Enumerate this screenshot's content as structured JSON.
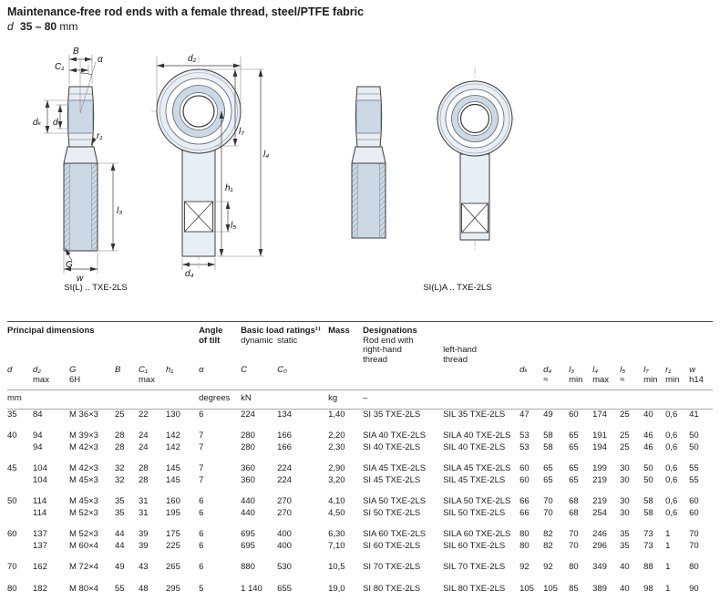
{
  "page": {
    "title": "Maintenance-free rod ends with a female thread, steel/PTFE fabric",
    "subtitle_d": "d",
    "subtitle_range": "35 – 80",
    "subtitle_unit": "mm"
  },
  "drawings": {
    "caption_left": "SI(L) .. TXE-2LS",
    "caption_right": "SI(L)A .. TXE-2LS",
    "colors": {
      "part_fill": "#ccd9e5",
      "part_light": "#e9eef4",
      "outline": "#3c3c3c"
    },
    "dims": {
      "B": "B",
      "C1": "C₁",
      "alpha": "α",
      "dk": "dₖ",
      "d": "d",
      "r1": "r₁",
      "l3": "l₃",
      "G": "G",
      "w": "w",
      "d2": "d₂",
      "l7": "l₇",
      "l4": "l₄",
      "h1": "h₁",
      "l5": "l₅",
      "d4": "d₄"
    }
  },
  "table": {
    "groups": {
      "principal": "Principal dimensions",
      "angle": "Angle\nof tilt",
      "load": "Basic load ratings¹⁾",
      "load_dynamic": "dynamic",
      "load_static": "static",
      "mass": "Mass",
      "designations": "Designations",
      "desig_right_sub": "Rod end with\nright-hand\nthread",
      "desig_left_sub": "left-hand\nthread"
    },
    "symbols": [
      [
        "d",
        ""
      ],
      [
        "d₂",
        "max"
      ],
      [
        "G",
        "6H"
      ],
      [
        "B",
        ""
      ],
      [
        "C₁",
        "max"
      ],
      [
        "h₁",
        ""
      ],
      [
        "α",
        ""
      ],
      [
        "C",
        ""
      ],
      [
        "C₀",
        ""
      ],
      [
        "",
        ""
      ],
      [
        "",
        ""
      ],
      [
        "",
        ""
      ],
      [
        "dₖ",
        ""
      ],
      [
        "d₄",
        "≈"
      ],
      [
        "l₃",
        "min"
      ],
      [
        "l₄",
        "max"
      ],
      [
        "l₅",
        "≈"
      ],
      [
        "l₇",
        "min"
      ],
      [
        "r₁",
        "min"
      ],
      [
        "w",
        "h14"
      ]
    ],
    "units": [
      "mm",
      "",
      "",
      "",
      "",
      "",
      "degrees",
      "kN",
      "",
      "kg",
      "–",
      "",
      "",
      "",
      "",
      "",
      "",
      "",
      "",
      ""
    ],
    "rows": [
      {
        "d": "35",
        "sub": [
          [
            "84",
            "M 36×3",
            "25",
            "22",
            "130",
            "6",
            "224",
            "134",
            "1,40",
            "SI 35 TXE-2LS",
            "SIL 35 TXE-2LS",
            "47",
            "49",
            "60",
            "174",
            "25",
            "40",
            "0,6",
            "41"
          ]
        ]
      },
      {
        "d": "40",
        "sub": [
          [
            "94",
            "M 39×3",
            "28",
            "24",
            "142",
            "7",
            "280",
            "166",
            "2,20",
            "SIA 40 TXE-2LS",
            "SILA 40 TXE-2LS",
            "53",
            "58",
            "65",
            "191",
            "25",
            "46",
            "0,6",
            "50"
          ],
          [
            "94",
            "M 42×3",
            "28",
            "24",
            "142",
            "7",
            "280",
            "166",
            "2,30",
            "SI 40 TXE-2LS",
            "SIL 40 TXE-2LS",
            "53",
            "58",
            "65",
            "194",
            "25",
            "46",
            "0,6",
            "50"
          ]
        ]
      },
      {
        "d": "45",
        "sub": [
          [
            "104",
            "M 42×3",
            "32",
            "28",
            "145",
            "7",
            "360",
            "224",
            "2,90",
            "SIA 45 TXE-2LS",
            "SILA 45 TXE-2LS",
            "60",
            "65",
            "65",
            "199",
            "30",
            "50",
            "0,6",
            "55"
          ],
          [
            "104",
            "M 45×3",
            "32",
            "28",
            "145",
            "7",
            "360",
            "224",
            "3,20",
            "SI 45 TXE-2LS",
            "SIL 45 TXE-2LS",
            "60",
            "65",
            "65",
            "219",
            "30",
            "50",
            "0,6",
            "55"
          ]
        ]
      },
      {
        "d": "50",
        "sub": [
          [
            "114",
            "M 45×3",
            "35",
            "31",
            "160",
            "6",
            "440",
            "270",
            "4,10",
            "SIA 50 TXE-2LS",
            "SILA 50 TXE-2LS",
            "66",
            "70",
            "68",
            "219",
            "30",
            "58",
            "0,6",
            "60"
          ],
          [
            "114",
            "M 52×3",
            "35",
            "31",
            "195",
            "6",
            "440",
            "270",
            "4,50",
            "SI 50 TXE-2LS",
            "SIL 50 TXE-2LS",
            "66",
            "70",
            "68",
            "254",
            "30",
            "58",
            "0,6",
            "60"
          ]
        ]
      },
      {
        "d": "60",
        "sub": [
          [
            "137",
            "M 52×3",
            "44",
            "39",
            "175",
            "6",
            "695",
            "400",
            "6,30",
            "SIA 60 TXE-2LS",
            "SILA 60 TXE-2LS",
            "80",
            "82",
            "70",
            "246",
            "35",
            "73",
            "1",
            "70"
          ],
          [
            "137",
            "M 60×4",
            "44",
            "39",
            "225",
            "6",
            "695",
            "400",
            "7,10",
            "SI 60 TXE-2LS",
            "SIL 60 TXE-2LS",
            "80",
            "82",
            "70",
            "296",
            "35",
            "73",
            "1",
            "70"
          ]
        ]
      },
      {
        "d": "70",
        "sub": [
          [
            "162",
            "M 72×4",
            "49",
            "43",
            "265",
            "6",
            "880",
            "530",
            "10,5",
            "SI 70 TXE-2LS",
            "SIL 70 TXE-2LS",
            "92",
            "92",
            "80",
            "349",
            "40",
            "88",
            "1",
            "80"
          ]
        ]
      },
      {
        "d": "80",
        "sub": [
          [
            "182",
            "M 80×4",
            "55",
            "48",
            "295",
            "5",
            "1 140",
            "655",
            "19,0",
            "SI 80 TXE-2LS",
            "SIL 80 TXE-2LS",
            "105",
            "105",
            "85",
            "389",
            "40",
            "98",
            "1",
            "90"
          ]
        ]
      }
    ]
  }
}
